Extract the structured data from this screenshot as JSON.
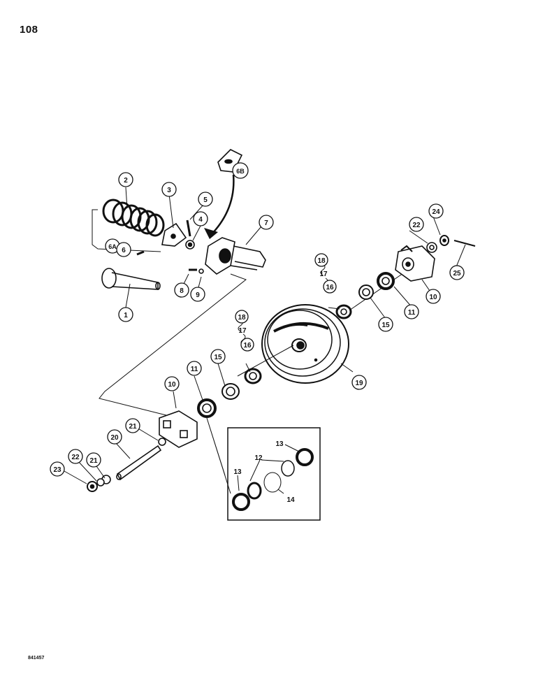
{
  "page": {
    "number": "108",
    "figure_id": "841457"
  },
  "callouts": {
    "c1": "1",
    "c2": "2",
    "c3": "3",
    "c4": "4",
    "c5": "5",
    "c6": "6",
    "c6a": "6A",
    "c6b": "6B",
    "c7": "7",
    "c8": "8",
    "c9": "9",
    "c10a": "10",
    "c10b": "10",
    "c11a": "11",
    "c11b": "11",
    "c12": "12",
    "c13a": "13",
    "c13b": "13",
    "c14": "14",
    "c15a": "15",
    "c15b": "15",
    "c16a": "16",
    "c17a": "17",
    "c18a": "18",
    "c16b": "16",
    "c17b": "17",
    "c18b": "18",
    "c19": "19",
    "c20": "20",
    "c21a": "21",
    "c21b": "21",
    "c22a": "22",
    "c22b": "22",
    "c23": "23",
    "c24": "24",
    "c25": "25"
  }
}
